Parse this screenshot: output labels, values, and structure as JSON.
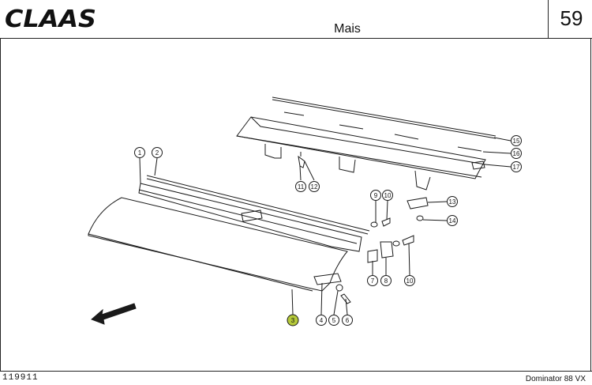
{
  "header": {
    "brand": "CLAAS",
    "title": "Mais",
    "page_number": "59"
  },
  "footer": {
    "doc_number": "119911",
    "model": "Dominator 88 VX"
  },
  "callouts": [
    "1",
    "2",
    "3",
    "4",
    "5",
    "6",
    "7",
    "8",
    "9",
    "10",
    "10",
    "11",
    "12",
    "13",
    "14",
    "15",
    "16",
    "17"
  ],
  "colors": {
    "highlight": "#b5c93a",
    "line": "#1a1a1a"
  }
}
